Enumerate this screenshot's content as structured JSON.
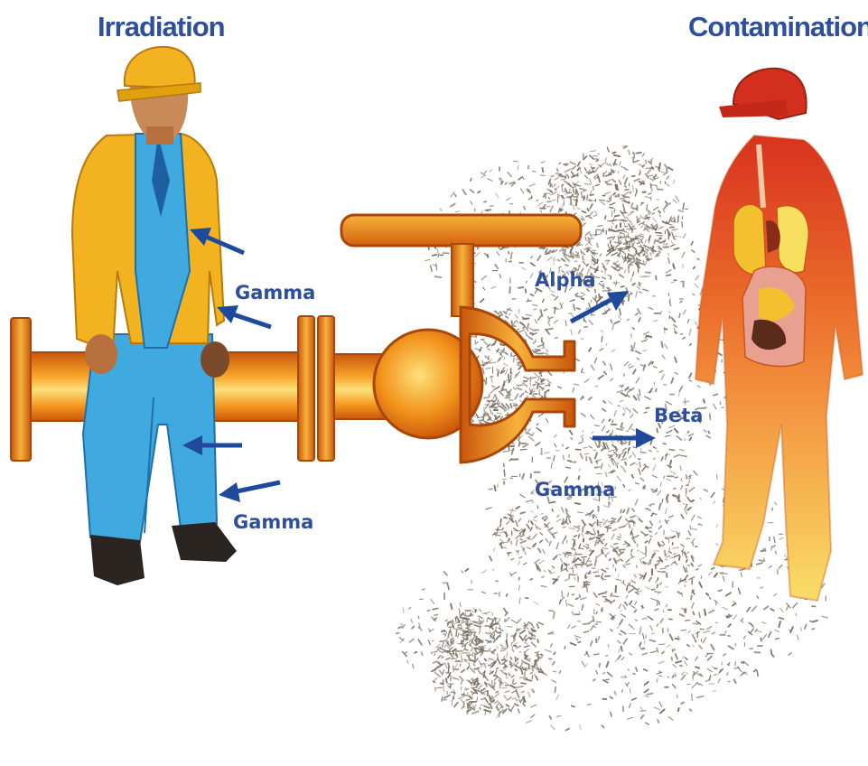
{
  "headings": {
    "irradiation": "Irradiation",
    "contamination": "Contamination"
  },
  "labels": {
    "gamma_upper": "Gamma",
    "gamma_lower": "Gamma",
    "alpha": "Alpha",
    "beta": "Beta",
    "gamma_right": "Gamma"
  },
  "colors": {
    "text": "#2e4f9c",
    "arrow": "#1f4a9c",
    "pipe": "#f2921a",
    "pipe_dark": "#c9560c",
    "jacket": "#f3b320",
    "workwear": "#3fa9e0",
    "helmet_left": "#f3b320",
    "helmet_right": "#d32f1f",
    "particles": "#7a6e60"
  },
  "icons": {
    "worker_left": "construction-worker-icon",
    "worker_right": "contaminated-body-icon",
    "pipe": "pipeline-icon",
    "valve": "valve-icon",
    "cloud": "particle-cloud-icon"
  }
}
